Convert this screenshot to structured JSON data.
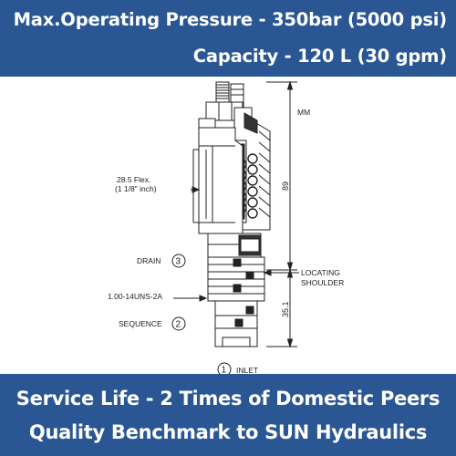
{
  "header": {
    "line1": "Max.Operating Pressure - 350bar (5000 psi)",
    "line2": "Capacity - 120 L (30 gpm)"
  },
  "footer": {
    "line1": "Service Life - 2 Times of Domestic Peers",
    "line2": "Quality Benchmark to SUN Hydraulics"
  },
  "diagram": {
    "units": "MM",
    "dim_total": "89",
    "dim_lower": "35.1",
    "hex_label": "28.5 Flex.",
    "hex_label_inch": "(1 1/8\" inch)",
    "drain_label": "DRAIN",
    "drain_port": "3",
    "thread_label": "1.00-14UNS-2A",
    "sequence_label": "SEQUENCE",
    "sequence_port": "2",
    "inlet_port": "1",
    "inlet_label": "INLET",
    "locating_line1": "LOCATING",
    "locating_line2": "SHOULDER",
    "colors": {
      "banner": "#2a5694",
      "banner_text": "#ffffff",
      "drawing": "#222222"
    }
  }
}
